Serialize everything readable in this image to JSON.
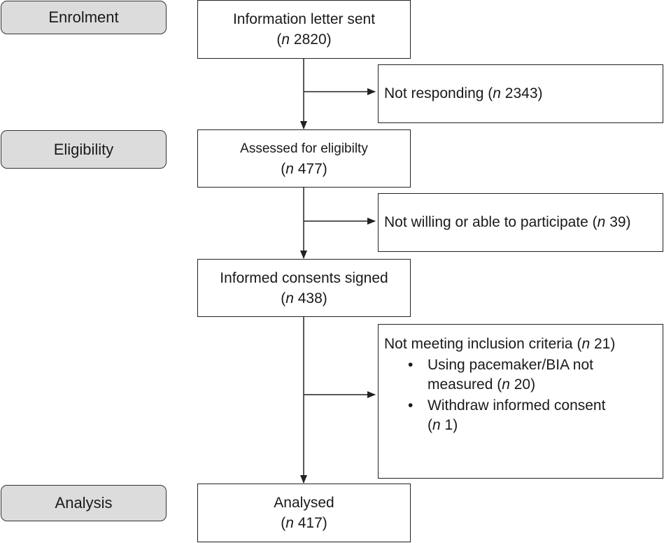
{
  "stages": {
    "enrolment": "Enrolment",
    "eligibility": "Eligibility",
    "analysis": "Analysis"
  },
  "nodes": {
    "letter": {
      "title": "Information letter sent",
      "n_label": "n",
      "n_value": "2820"
    },
    "assessed": {
      "title": "Assessed for eligibilty",
      "n_label": "n",
      "n_value": "477"
    },
    "consents": {
      "title": "Informed consents signed",
      "n_label": "n",
      "n_value": "438"
    },
    "analysed": {
      "title": "Analysed",
      "n_label": "n",
      "n_value": "417"
    }
  },
  "exclusions": {
    "not_responding": {
      "text": "Not responding",
      "n_label": "n",
      "n_value": "2343"
    },
    "not_willing": {
      "text": "Not willing or able to participate",
      "n_label": "n",
      "n_value": "39"
    },
    "not_meeting": {
      "text": "Not meeting inclusion criteria",
      "n_label": "n",
      "n_value": "21",
      "items": [
        {
          "text": "Using pacemaker/BIA not measured",
          "n_label": "n",
          "n_value": "20"
        },
        {
          "text": "Withdraw informed consent",
          "n_label": "n",
          "n_value": "1"
        }
      ]
    }
  }
}
